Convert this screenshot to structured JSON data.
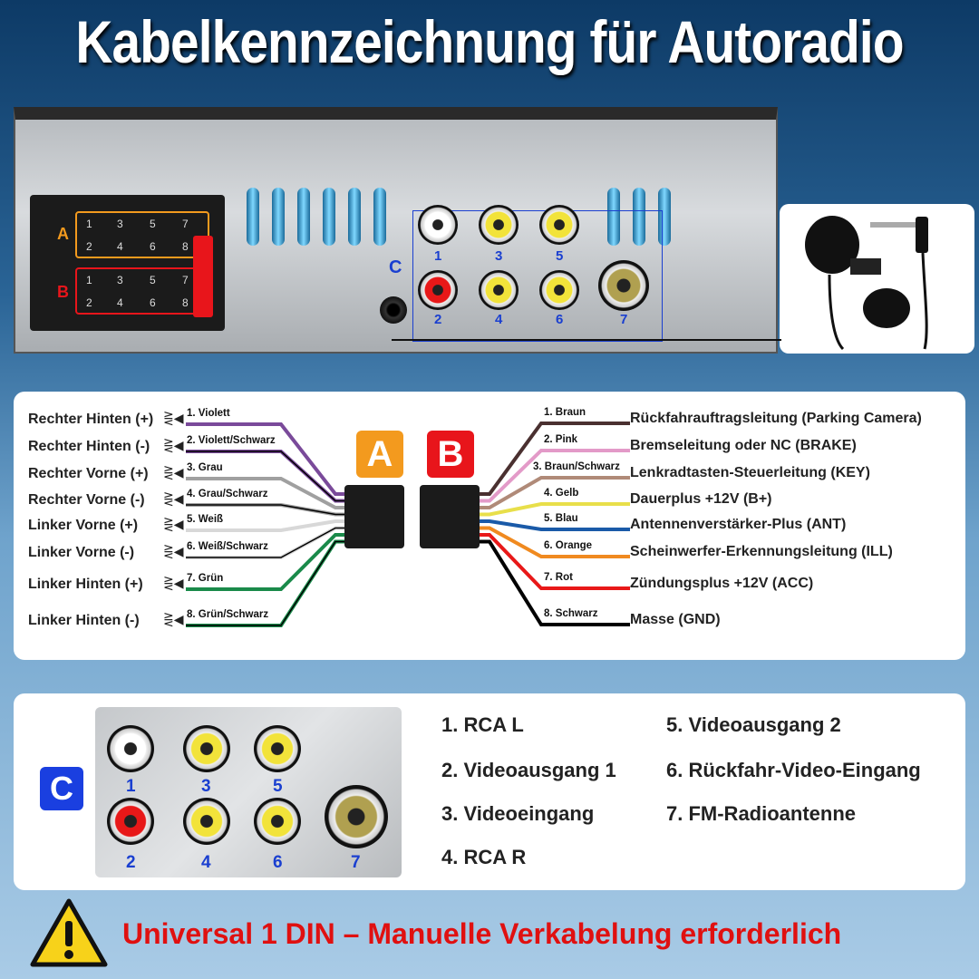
{
  "title": "Kabelkennzeichnung für Autoradio",
  "device": {
    "block_a": "A",
    "block_b": "B",
    "port_c": "C",
    "pins_top": [
      "1",
      "3",
      "5",
      "7"
    ],
    "pins_bottom": [
      "2",
      "4",
      "6",
      "8"
    ],
    "jack_numbers": [
      "1",
      "3",
      "5",
      "2",
      "4",
      "6",
      "7"
    ]
  },
  "connectors": {
    "a": {
      "label": "A",
      "color": "#f39a1e"
    },
    "b": {
      "label": "B",
      "color": "#e8151b"
    }
  },
  "left_wires": [
    {
      "function": "Rechter Hinten (+)",
      "wire": "1. Violett",
      "color": "#7a4a9a",
      "stripe": false
    },
    {
      "function": "Rechter Hinten (-)",
      "wire": "2. Violett/Schwarz",
      "color": "#7a4a9a",
      "stripe": true
    },
    {
      "function": "Rechter Vorne (+)",
      "wire": "3. Grau",
      "color": "#a0a0a0",
      "stripe": false
    },
    {
      "function": "Rechter Vorne (-)",
      "wire": "4. Grau/Schwarz",
      "color": "#a0a0a0",
      "stripe": true
    },
    {
      "function": "Linker Vorne (+)",
      "wire": "5. Weiß",
      "color": "#d8d8d8",
      "stripe": false
    },
    {
      "function": "Linker Vorne (-)",
      "wire": "6. Weiß/Schwarz",
      "color": "#d8d8d8",
      "stripe": true
    },
    {
      "function": "Linker Hinten (+)",
      "wire": "7. Grün",
      "color": "#1a8a4a",
      "stripe": false
    },
    {
      "function": "Linker Hinten (-)",
      "wire": "8. Grün/Schwarz",
      "color": "#1a8a4a",
      "stripe": true
    }
  ],
  "right_wires": [
    {
      "wire": "1. Braun",
      "function": "Rückfahrauftragsleitung (Parking Camera)",
      "color": "#4a3030"
    },
    {
      "wire": "2. Pink",
      "function": "Bremseleitung oder NC (BRAKE)",
      "color": "#e39ac8"
    },
    {
      "wire": "3. Braun/Schwarz",
      "function": "Lenkradtasten-Steuerleitung (KEY)",
      "color": "#b08a78"
    },
    {
      "wire": "4. Gelb",
      "function": "Dauerplus +12V (B+)",
      "color": "#e8df4a"
    },
    {
      "wire": "5. Blau",
      "function": "Antennenverstärker-Plus (ANT)",
      "color": "#1a5aa8"
    },
    {
      "wire": "6. Orange",
      "function": "Scheinwerfer-Erkennungsleitung (ILL)",
      "color": "#f08a20"
    },
    {
      "wire": "7. Rot",
      "function": "Zündungsplus +12V (ACC)",
      "color": "#e81818"
    },
    {
      "wire": "8. Schwarz",
      "function": "Masse (GND)",
      "color": "#000000"
    }
  ],
  "port_c": {
    "badge": "C",
    "badge_color": "#1a3fe0",
    "legend": [
      "1. RCA L",
      "2. Videoausgang 1",
      "3. Videoeingang",
      "4. RCA R",
      "5. Videoausgang 2",
      "6. Rückfahr-Video-Eingang",
      "7. FM-Radioantenne"
    ]
  },
  "warning": {
    "text": "Universal 1 DIN – Manuelle Verkabelung erforderlich",
    "icon": "warning-triangle-icon"
  }
}
